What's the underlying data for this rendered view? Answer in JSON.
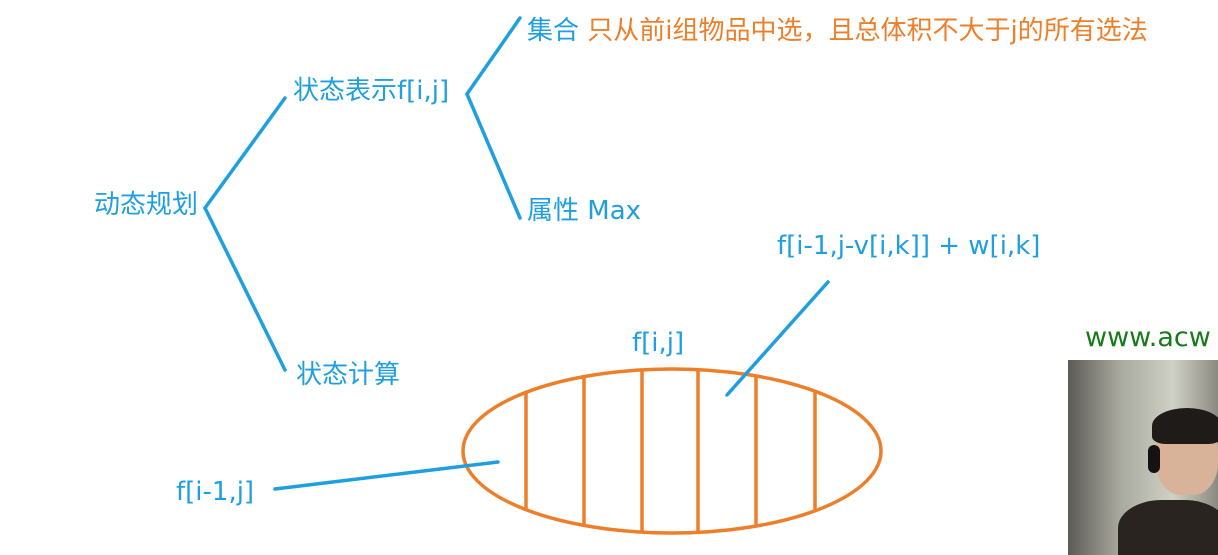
{
  "root": {
    "label": "动态规划"
  },
  "branches": {
    "state_representation": "状态表示f[i,j]",
    "state_computation": "状态计算"
  },
  "set": {
    "label": "集合",
    "description": "只从前i组物品中选，且总体积不大于j的所有选法"
  },
  "attribute": {
    "label": "属性 Max"
  },
  "computation": {
    "ellipse_label": "f[i,j]",
    "left_part_label": "f[i-1,j]",
    "k_part_formula": "f[i-1,j-v[i,k]] + w[i,k]"
  },
  "watermark": {
    "text": "www.acw"
  },
  "colors": {
    "blue": "#1f9fe0",
    "orange": "#ee7f2a",
    "green": "#1a7a1a"
  }
}
